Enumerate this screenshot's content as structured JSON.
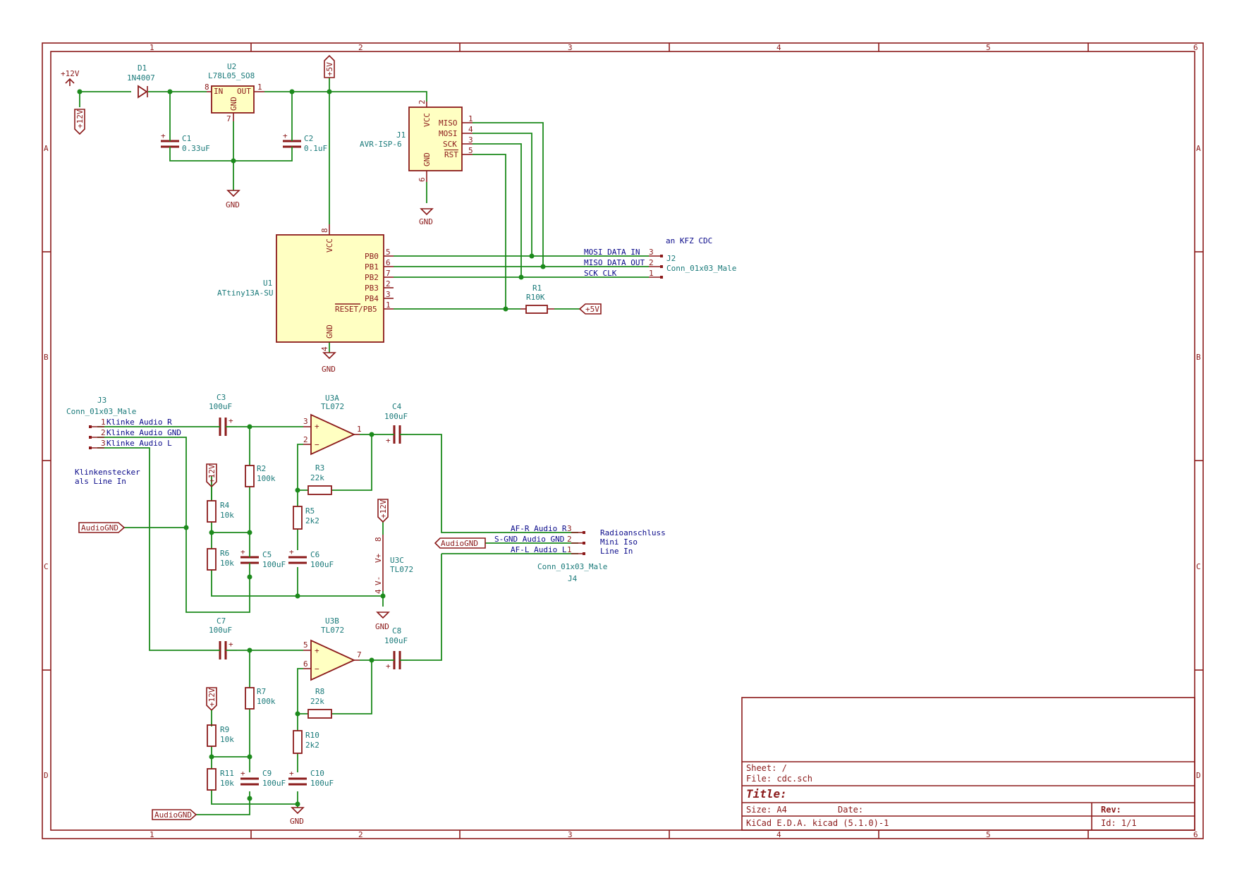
{
  "frame": {
    "cols": [
      "1",
      "2",
      "3",
      "4",
      "5",
      "6"
    ],
    "rows": [
      "A",
      "B",
      "C",
      "D"
    ]
  },
  "title_block": {
    "sheet": "Sheet: /",
    "file": "File: cdc.sch",
    "title": "Title:",
    "size": "Size: A4",
    "date": "Date:",
    "rev": "Rev:",
    "tool": "KiCad E.D.A.  kicad (5.1.0)-1",
    "id": "Id: 1/1"
  },
  "power": {
    "p12v": "+12V",
    "p5v": "+5V",
    "gnd": "GND",
    "audiognd": "AudioGND"
  },
  "components": {
    "d1": {
      "ref": "D1",
      "value": "1N4007"
    },
    "u2": {
      "ref": "U2",
      "value": "L78L05_SO8",
      "pin_in": "IN",
      "pin_out": "OUT",
      "pin_gnd": "GND",
      "pin_num_in": "8",
      "pin_num_out": "1",
      "pin_num_gnd": "7"
    },
    "c1": {
      "ref": "C1",
      "value": "0.33uF"
    },
    "c2": {
      "ref": "C2",
      "value": "0.1uF"
    },
    "j1": {
      "ref": "J1",
      "value": "AVR-ISP-6",
      "pins": [
        "MISO",
        "MOSI",
        "SCK",
        "RST"
      ],
      "pin_nums": [
        "1",
        "4",
        "3",
        "5"
      ],
      "vcc": "VCC",
      "gnd": "GND",
      "vcc_num": "2",
      "gnd_num": "6"
    },
    "u1": {
      "ref": "U1",
      "value": "ATtiny13A-SU",
      "vcc": "VCC",
      "gnd": "GND",
      "vcc_num": "8",
      "gnd_num": "4",
      "pins": [
        "PB0",
        "PB1",
        "PB2",
        "PB3",
        "PB4",
        "RESET/PB5"
      ],
      "pin_nums": [
        "5",
        "6",
        "7",
        "2",
        "3",
        "1"
      ]
    },
    "r1": {
      "ref": "R1",
      "value": "R10K"
    },
    "j2": {
      "ref": "J2",
      "value": "Conn_01x03_Male",
      "note": "an KFZ CDC",
      "nets": [
        "MOSI DATA IN",
        "MISO DATA OUT",
        "SCK CLK"
      ],
      "pin_nums": [
        "3",
        "2",
        "1"
      ]
    },
    "j3": {
      "ref": "J3",
      "value": "Conn_01x03_Male",
      "nets": [
        "Klinke Audio R",
        "Klinke Audio GND",
        "Klinke Audio L"
      ],
      "pin_nums": [
        "1",
        "2",
        "3"
      ],
      "note1": "Klinkenstecker",
      "note2": "als Line In"
    },
    "c3": {
      "ref": "C3",
      "value": "100uF"
    },
    "c4": {
      "ref": "C4",
      "value": "100uF"
    },
    "c5": {
      "ref": "C5",
      "value": "100uF"
    },
    "c6": {
      "ref": "C6",
      "value": "100uF"
    },
    "c7": {
      "ref": "C7",
      "value": "100uF"
    },
    "c8": {
      "ref": "C8",
      "value": "100uF"
    },
    "c9": {
      "ref": "C9",
      "value": "100uF"
    },
    "c10": {
      "ref": "C10",
      "value": "100uF"
    },
    "r2": {
      "ref": "R2",
      "value": "100k"
    },
    "r3": {
      "ref": "R3",
      "value": "22k"
    },
    "r4": {
      "ref": "R4",
      "value": "10k"
    },
    "r5": {
      "ref": "R5",
      "value": "2k2"
    },
    "r6": {
      "ref": "R6",
      "value": "10k"
    },
    "r7": {
      "ref": "R7",
      "value": "100k"
    },
    "r8": {
      "ref": "R8",
      "value": "22k"
    },
    "r9": {
      "ref": "R9",
      "value": "10k"
    },
    "r10": {
      "ref": "R10",
      "value": "2k2"
    },
    "r11": {
      "ref": "R11",
      "value": "10k"
    },
    "u3a": {
      "ref": "U3A",
      "value": "TL072",
      "p_plus": "3",
      "p_minus": "2",
      "p_out": "1"
    },
    "u3b": {
      "ref": "U3B",
      "value": "TL072",
      "p_plus": "5",
      "p_minus": "6",
      "p_out": "7"
    },
    "u3c": {
      "ref": "U3C",
      "value": "TL072",
      "vplus": "V+",
      "vminus": "V-",
      "n8": "8",
      "n4": "4"
    },
    "j4": {
      "ref": "J4",
      "value": "Conn_01x03_Male",
      "nets": [
        "AF-R Audio R",
        "S-GND Audio GND",
        "AF-L Audio L"
      ],
      "pin_nums": [
        "3",
        "2",
        "1"
      ],
      "note1": "Radioanschluss",
      "note2": "Mini Iso",
      "note3": "Line In"
    }
  }
}
